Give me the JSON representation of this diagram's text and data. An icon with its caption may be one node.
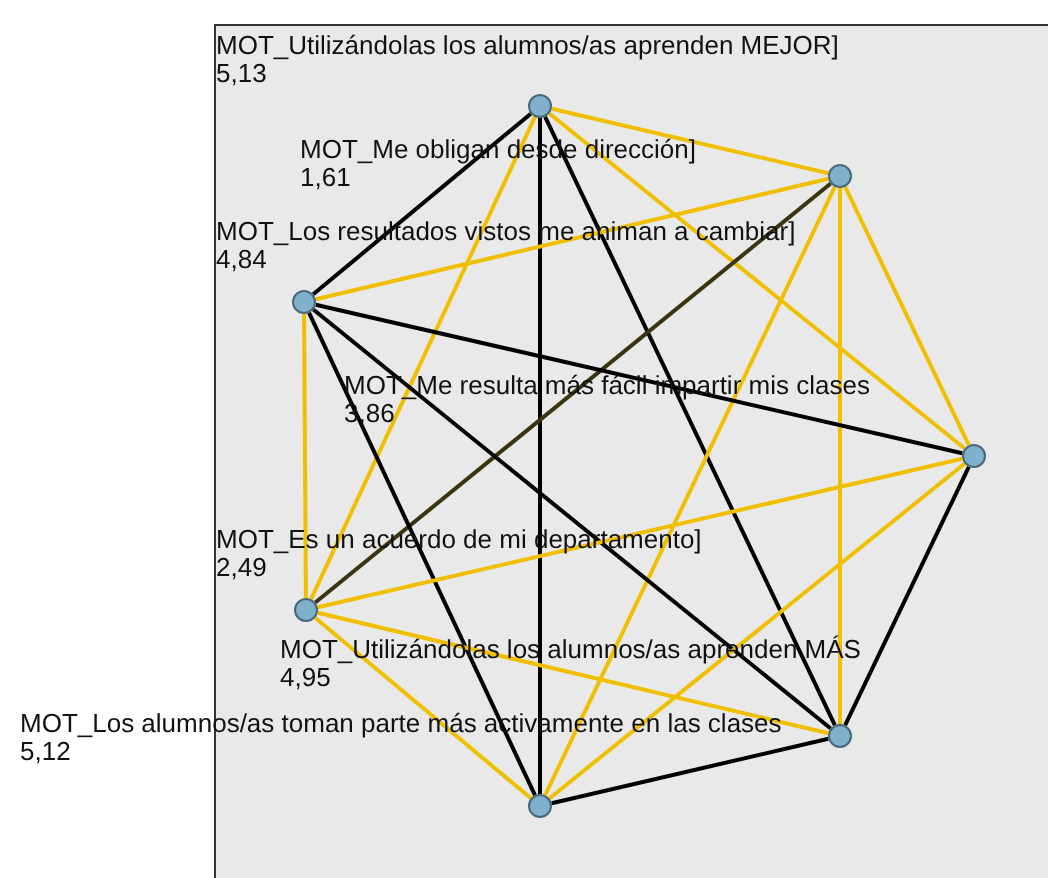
{
  "diagram": {
    "nodes": [
      {
        "text": [],
        "shape": "circle",
        "beside": [
          "MOT_Utilizándolas los alumnos/as aprenden MEJOR]",
          "5,13"
        ]
      },
      {
        "text": [],
        "shape": "circle",
        "beside": [
          "MOT_Me obligan desde dirección]",
          "1,61"
        ]
      },
      {
        "text": [],
        "shape": "circle",
        "beside": [
          "MOT_Los resultados vistos me animan a cambiar]",
          "4,84"
        ]
      },
      {
        "text": [],
        "shape": "circle",
        "beside": [
          "MOT_Me resulta más fácil impartir mis clases",
          "3,86"
        ]
      },
      {
        "text": [],
        "shape": "circle",
        "beside": [
          "MOT_Es un acuerdo de mi departamento]",
          "2,49"
        ]
      },
      {
        "text": [],
        "shape": "circle",
        "beside": [
          "MOT_Utilizándolas los alumnos/as aprenden MÁS",
          "4,95"
        ]
      },
      {
        "text": [],
        "shape": "circle",
        "beside": [
          "MOT_Los alumnos/as toman parte más activamente en las clases",
          "5,12"
        ]
      }
    ],
    "edges": [
      {
        "from": 0,
        "to": 1,
        "arrow": "none"
      },
      {
        "from": 0,
        "to": 2,
        "arrow": "none",
        "color": "#000000"
      },
      {
        "from": 0,
        "to": 3,
        "arrow": "none"
      },
      {
        "from": 0,
        "to": 4,
        "arrow": "none"
      },
      {
        "from": 0,
        "to": 5,
        "arrow": "none",
        "color": "#000000"
      },
      {
        "from": 0,
        "to": 6,
        "arrow": "none",
        "color": "#000000"
      },
      {
        "from": 1,
        "to": 2,
        "arrow": "none"
      },
      {
        "from": 1,
        "to": 3,
        "arrow": "none"
      },
      {
        "from": 1,
        "to": 4,
        "arrow": "none",
        "color": "#3a3410"
      },
      {
        "from": 1,
        "to": 5,
        "arrow": "none"
      },
      {
        "from": 1,
        "to": 6,
        "arrow": "none"
      },
      {
        "from": 2,
        "to": 3,
        "arrow": "none",
        "color": "#000000"
      },
      {
        "from": 2,
        "to": 4,
        "arrow": "none"
      },
      {
        "from": 2,
        "to": 5,
        "arrow": "none",
        "color": "#000000"
      },
      {
        "from": 2,
        "to": 6,
        "arrow": "none",
        "color": "#000000"
      },
      {
        "from": 3,
        "to": 4,
        "arrow": "none"
      },
      {
        "from": 3,
        "to": 5,
        "arrow": "none",
        "color": "#000000"
      },
      {
        "from": 3,
        "to": 6,
        "arrow": "none"
      },
      {
        "from": 4,
        "to": 5,
        "arrow": "none"
      },
      {
        "from": 4,
        "to": 6,
        "arrow": "none"
      },
      {
        "from": 5,
        "to": 6,
        "arrow": "none",
        "color": "#000000"
      }
    ]
  }
}
